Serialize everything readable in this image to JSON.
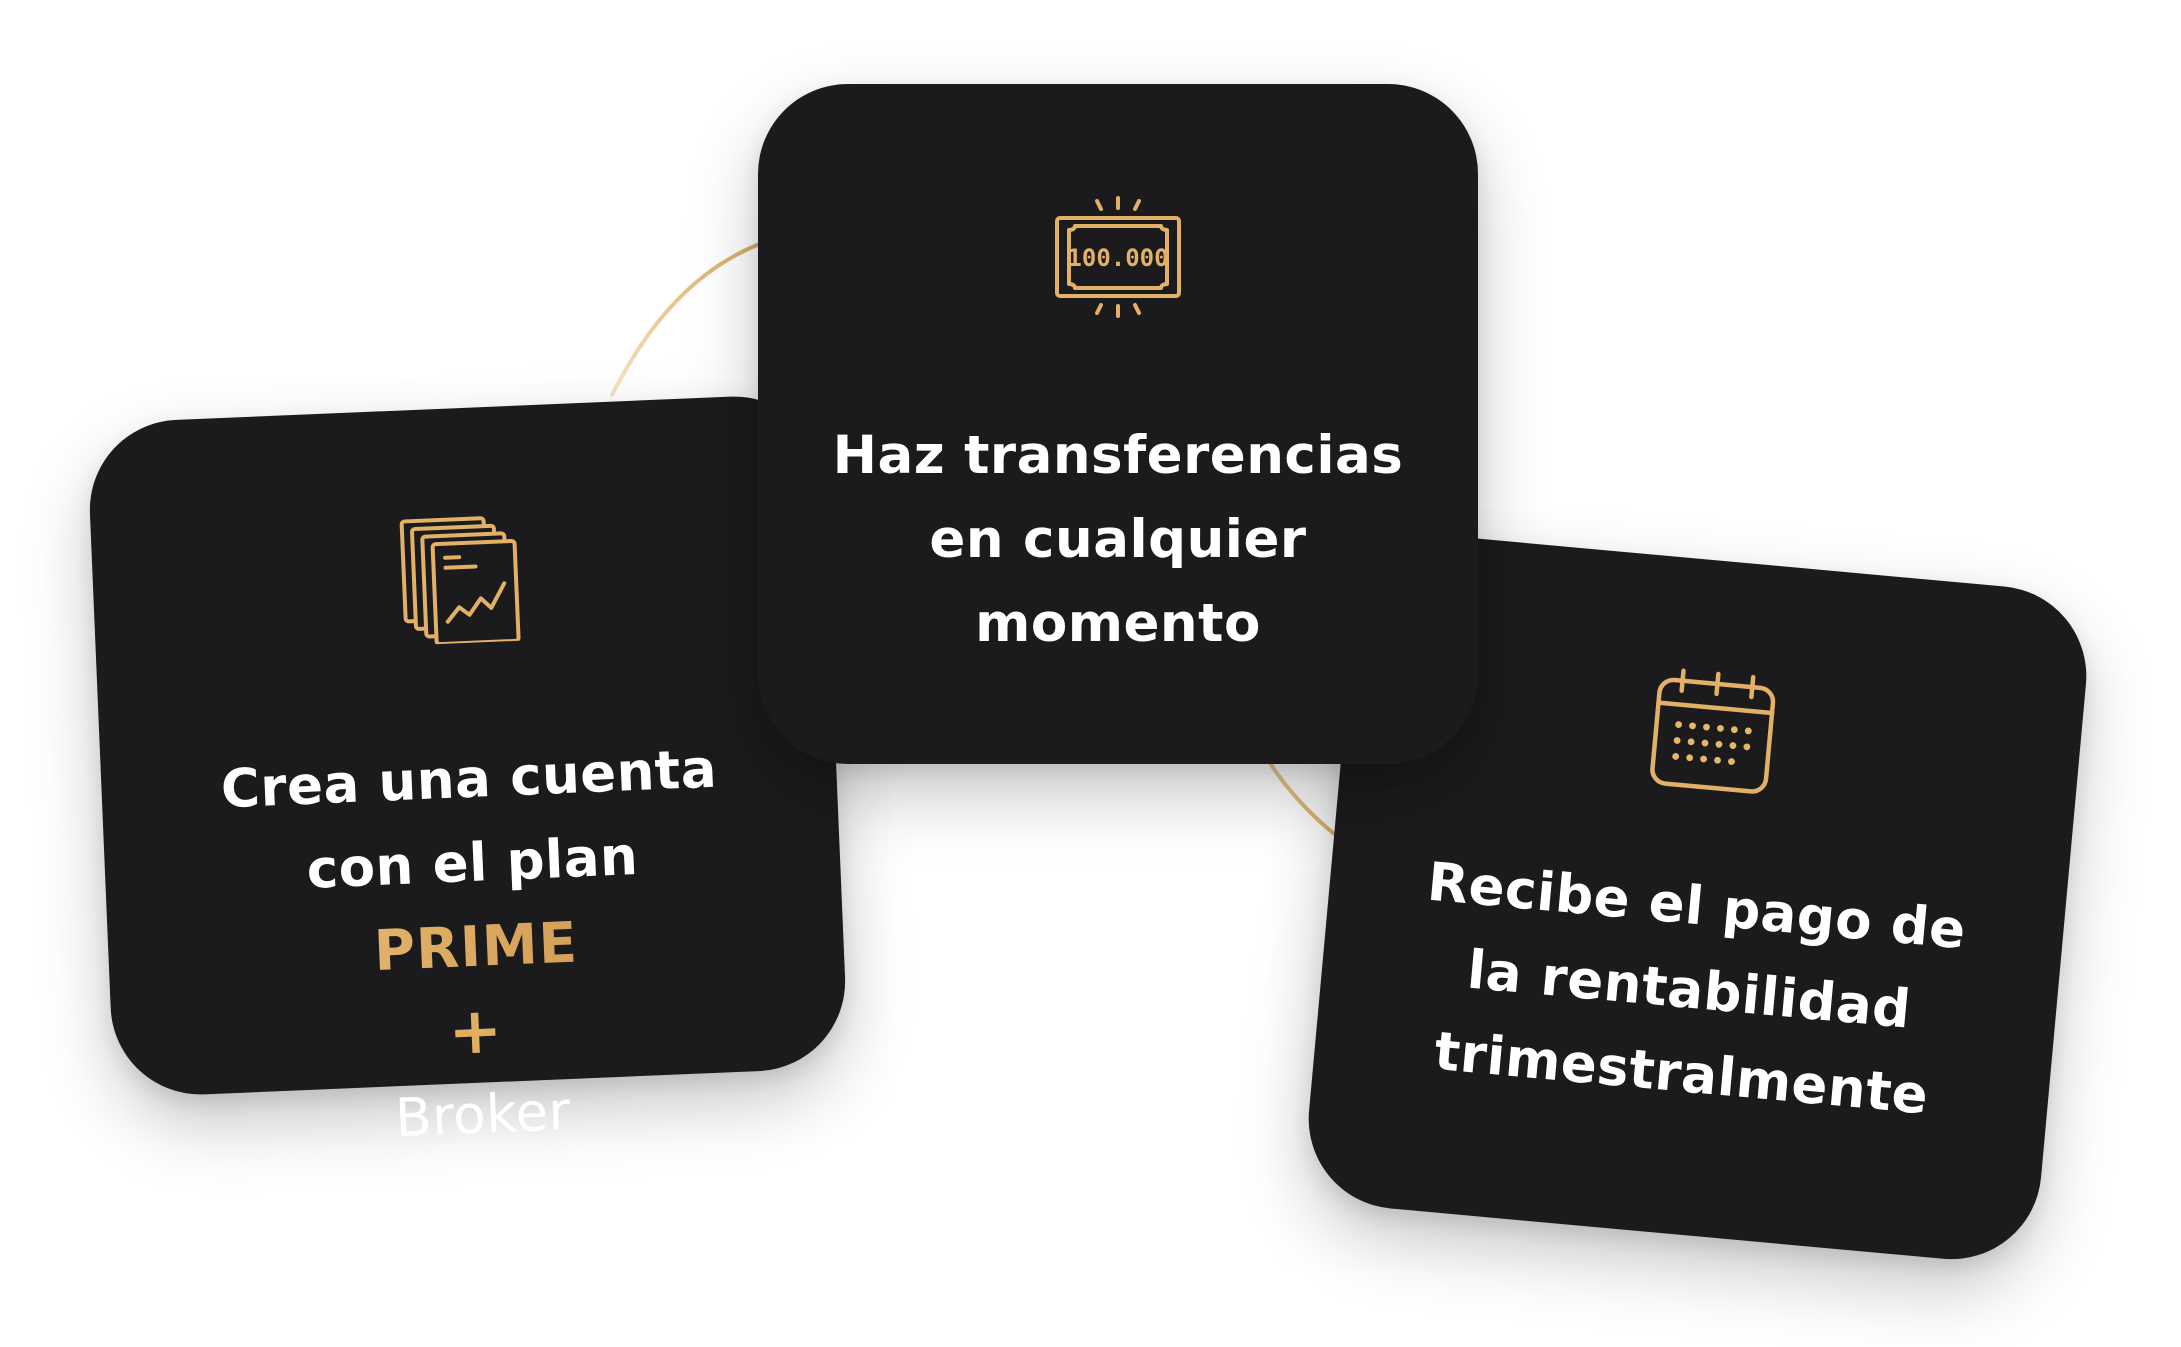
{
  "palette": {
    "card_background": "#1b1b1d",
    "accent_gold": "#e0ae62",
    "text": "#ffffff",
    "page_background": "#ffffff"
  },
  "steps": [
    {
      "icon": "chart-documents-icon",
      "lines": [
        "Crea una cuenta",
        "con el plan"
      ],
      "brand": {
        "name": "PRIME",
        "symbol": "+",
        "suffix": "Broker"
      }
    },
    {
      "icon": "banknote-100000-icon",
      "icon_text": "100.000",
      "lines": [
        "Haz transferencias",
        "en cualquier",
        "momento"
      ]
    },
    {
      "icon": "calendar-icon",
      "lines": [
        "Recibe el pago de",
        "la rentabilidad",
        "trimestralmente"
      ]
    }
  ]
}
